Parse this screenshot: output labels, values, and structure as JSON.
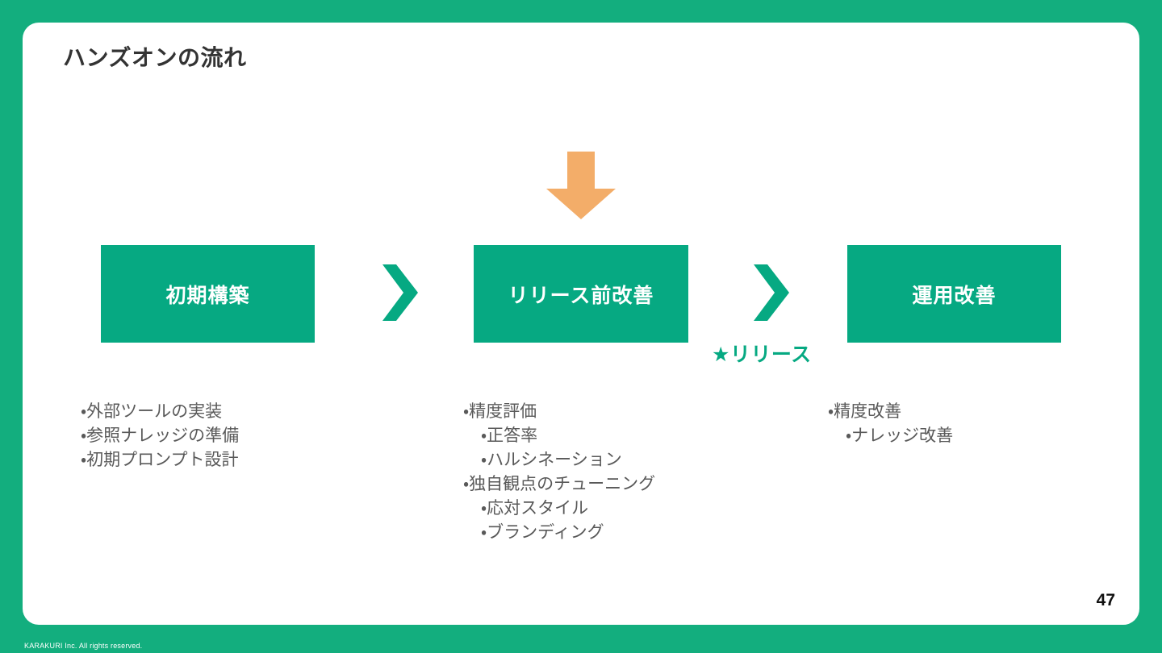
{
  "slide": {
    "title": "ハンズオンの流れ",
    "page_number": "47",
    "footer": "KARAKURI Inc. All rights reserved.",
    "background_color": "#13AE7E",
    "card_color": "#FFFFFF"
  },
  "colors": {
    "brand_green": "#06A982",
    "slide_green": "#13AE7E",
    "arrow_orange": "#F3AD69",
    "body_text": "#595959",
    "title_text": "#333333"
  },
  "flow": {
    "down_arrow_icon": "arrow-down-icon",
    "chevron_icon": "chevron-right-icon",
    "steps": [
      {
        "label": "初期構築",
        "bullets": [
          {
            "level": 1,
            "text": "・外部ツールの実装"
          },
          {
            "level": 1,
            "text": "・参照ナレッジの準備"
          },
          {
            "level": 1,
            "text": "・初期プロンプト設計"
          }
        ]
      },
      {
        "label": "リリース前改善",
        "bullets": [
          {
            "level": 1,
            "text": "・精度評価"
          },
          {
            "level": 2,
            "text": "・正答率"
          },
          {
            "level": 2,
            "text": "・ハルシネーション"
          },
          {
            "level": 1,
            "text": "・独自観点のチューニング"
          },
          {
            "level": 2,
            "text": "・応対スタイル"
          },
          {
            "level": 2,
            "text": "・ブランディング"
          }
        ]
      },
      {
        "label": "運用改善",
        "bullets": [
          {
            "level": 1,
            "text": "・精度改善"
          },
          {
            "level": 2,
            "text": "・ナレッジ改善"
          }
        ]
      }
    ],
    "release_marker": "★リリース"
  }
}
